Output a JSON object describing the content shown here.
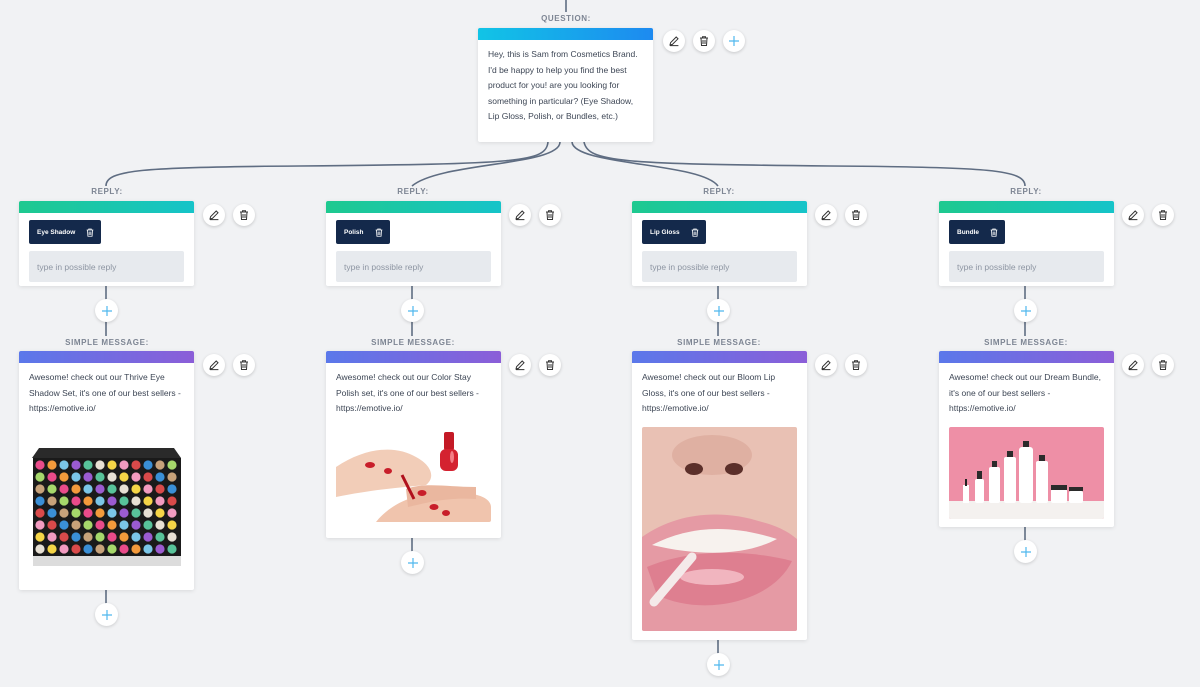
{
  "question": {
    "label": "QUESTION:",
    "text": "Hey, this is Sam from Cosmetics Brand. I'd be happy to help you find the best product for you! are you looking for something in particular? (Eye Shadow, Lip Gloss, Polish, or Bundles, etc.)"
  },
  "reply_label": "REPLY:",
  "message_label": "SIMPLE MESSAGE:",
  "reply_placeholder": "type in possible reply",
  "branches": [
    {
      "reply_chip": "Eye Shadow",
      "message": "Awesome! check out our Thrive Eye Shadow Set, it's one of our best sellers - https://emotive.io/",
      "image": "eyeshadow-palette"
    },
    {
      "reply_chip": "Polish",
      "message": "Awesome! check out our Color Stay Polish set, it's one of our best sellers - https://emotive.io/",
      "image": "nail-polish"
    },
    {
      "reply_chip": "Lip Gloss",
      "message": "Awesome! check out our Bloom Lip Gloss, it's one of our best sellers - https://emotive.io/",
      "image": "lip-gloss"
    },
    {
      "reply_chip": "Bundle",
      "message": "Awesome! check out our Dream Bundle, it's one of our best sellers - https://emotive.io/",
      "image": "skincare-bundle"
    }
  ],
  "icons": {
    "edit": "pencil-icon",
    "delete": "trash-icon",
    "add": "plus-icon"
  },
  "colors": {
    "question_bar": "#1d8af0",
    "reply_bar": "#1ec98f",
    "message_bar": "#7366e0",
    "chip": "#14294b",
    "plus": "#4fb8ee",
    "canvas": "#f1f2f4"
  }
}
